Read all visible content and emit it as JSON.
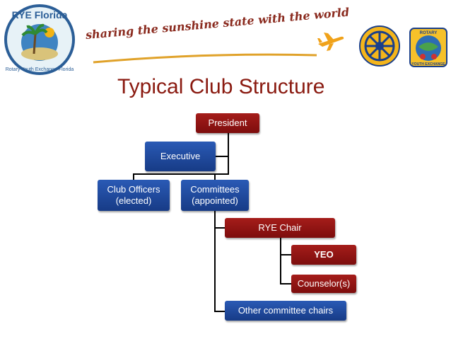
{
  "header": {
    "logo_rye_florida": "RYE Florida Rotary Youth Exchange Florida",
    "tagline": "sharing the sunshine state with the world",
    "rotary_logo": "Rotary International",
    "yeo_logo": "Rotary Youth Exchange"
  },
  "title": "Typical Club Structure",
  "org_chart": {
    "president": "President",
    "executive": "Executive",
    "club_officers": [
      "Club Officers",
      "(elected)"
    ],
    "committees": [
      "Committees",
      "(appointed)"
    ],
    "rye_chair": "RYE Chair",
    "yeo": "YEO",
    "counselor": "Counselor(s)",
    "other_chairs": "Other committee chairs"
  },
  "colors": {
    "red_box": "#8b1512",
    "blue_box": "#1f4a9e",
    "title": "#8a1a10"
  }
}
